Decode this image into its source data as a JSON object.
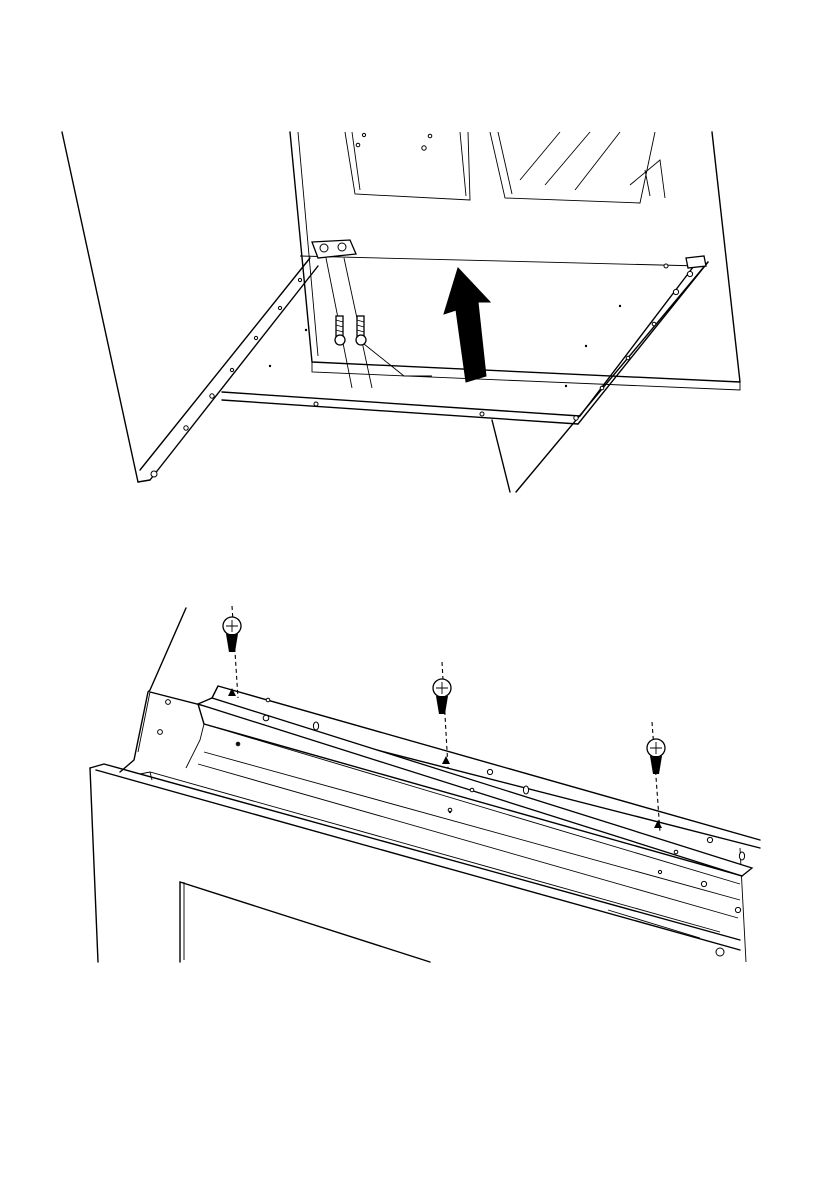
{
  "figures": [
    {
      "id": "fig-1",
      "parts": [
        "appliance-body",
        "bottom-frame",
        "hinge-bracket",
        "screw",
        "screw",
        "lift-arrow",
        "leader-line"
      ],
      "icons": {
        "arrow": "arrow-up-icon",
        "screw": "screw-icon"
      }
    },
    {
      "id": "fig-2",
      "parts": [
        "appliance-front",
        "top-rail",
        "screw",
        "screw",
        "screw"
      ],
      "icons": {
        "screw": "screw-icon",
        "guide": "dashed-insertion-line"
      }
    }
  ],
  "colors": {
    "line": "#000000",
    "paper": "#ffffff"
  }
}
